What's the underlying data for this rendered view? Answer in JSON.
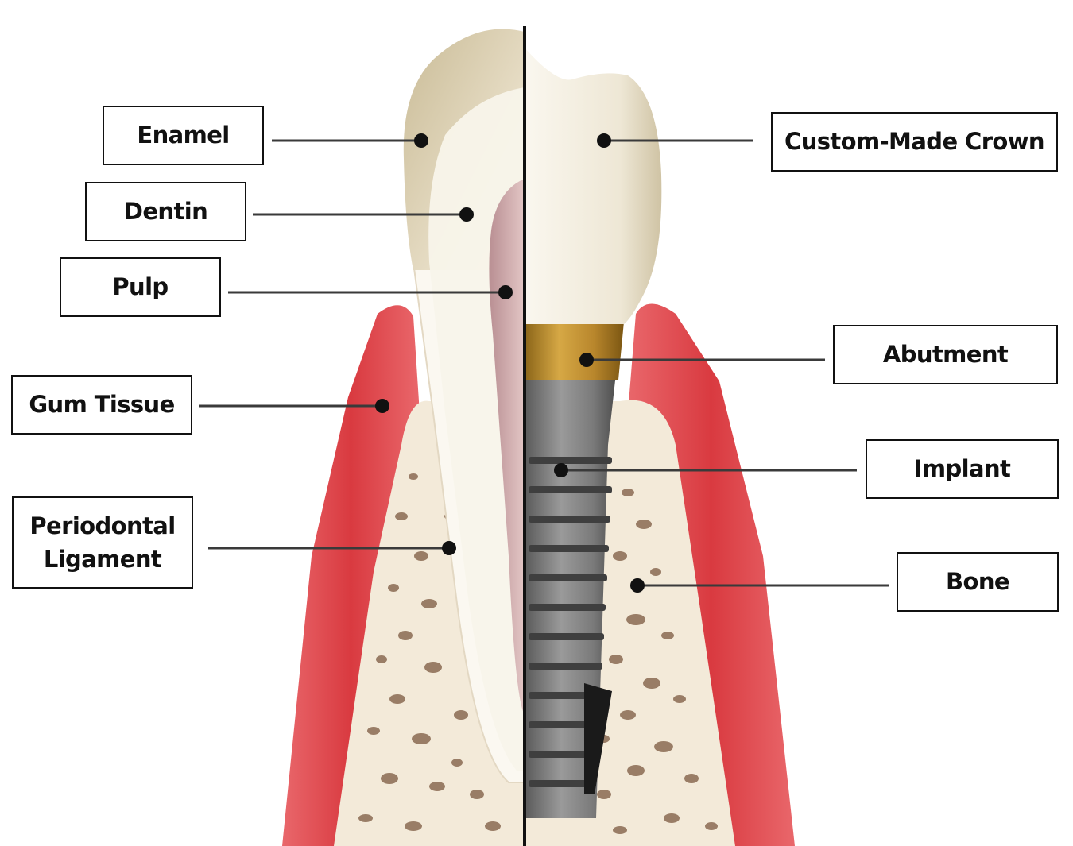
{
  "labels": {
    "enamel": "Enamel",
    "dentin": "Dentin",
    "pulp": "Pulp",
    "gum_tissue": "Gum Tissue",
    "periodontal_ligament_line1": "Periodontal",
    "periodontal_ligament_line2": "Ligament",
    "crown": "Custom-Made Crown",
    "abutment": "Abutment",
    "implant": "Implant",
    "bone": "Bone"
  },
  "colors": {
    "gum": "#e0474c",
    "bone": "#f3ead9",
    "bone_pores": "#8a6a52",
    "enamel": "#d8cdb2",
    "dentin": "#f7f3ea",
    "pulp": "#cfa6a8",
    "crown": "#f1ede2",
    "abutment": "#b8862c",
    "implant": "#6f6f6f",
    "divider": "#111111"
  }
}
